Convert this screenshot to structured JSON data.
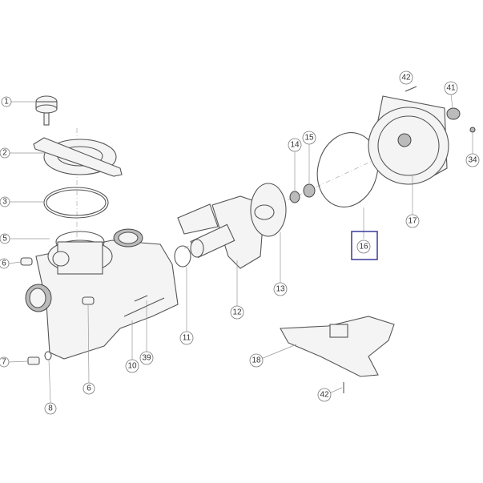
{
  "diagram": {
    "type": "exploded parts diagram",
    "highlight_color": "#3a3a9a",
    "highlighted_part": "16",
    "callouts": [
      {
        "id": "c1",
        "label": "1"
      },
      {
        "id": "c2",
        "label": "2"
      },
      {
        "id": "c3",
        "label": "3"
      },
      {
        "id": "c5",
        "label": "5"
      },
      {
        "id": "c6a",
        "label": "6"
      },
      {
        "id": "c7",
        "label": "7"
      },
      {
        "id": "c8",
        "label": "8"
      },
      {
        "id": "c6b",
        "label": "6"
      },
      {
        "id": "c10",
        "label": "10"
      },
      {
        "id": "c39",
        "label": "39"
      },
      {
        "id": "c11",
        "label": "11"
      },
      {
        "id": "c12",
        "label": "12"
      },
      {
        "id": "c13",
        "label": "13"
      },
      {
        "id": "c14",
        "label": "14"
      },
      {
        "id": "c15",
        "label": "15"
      },
      {
        "id": "c16",
        "label": "16"
      },
      {
        "id": "c17",
        "label": "17"
      },
      {
        "id": "c42a",
        "label": "42"
      },
      {
        "id": "c41",
        "label": "41"
      },
      {
        "id": "c34",
        "label": "34"
      },
      {
        "id": "c18",
        "label": "18"
      },
      {
        "id": "c42b",
        "label": "42"
      }
    ]
  }
}
